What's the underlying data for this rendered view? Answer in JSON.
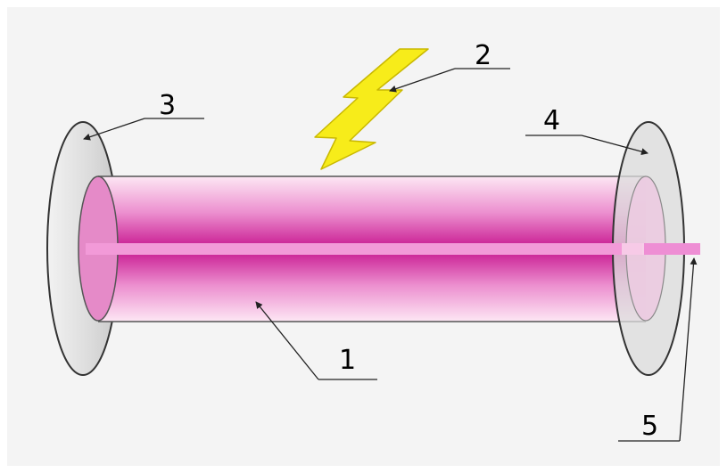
{
  "figure": {
    "labels": {
      "tube": "1",
      "flash": "2",
      "mirror_left": "3",
      "mirror_right": "4",
      "beam_output": "5"
    },
    "colors": {
      "background": "#f4f4f4",
      "tube_light": "#f8d3ea",
      "tube_mid": "#e04fb8",
      "tube_dark": "#c4168f",
      "beam": "#f29ad8",
      "mirror_fill": "#dedede",
      "mirror_stroke": "#333333",
      "flash_fill": "#f7ec1a",
      "flash_stroke": "#c9b800",
      "leader_line": "#222222"
    }
  }
}
